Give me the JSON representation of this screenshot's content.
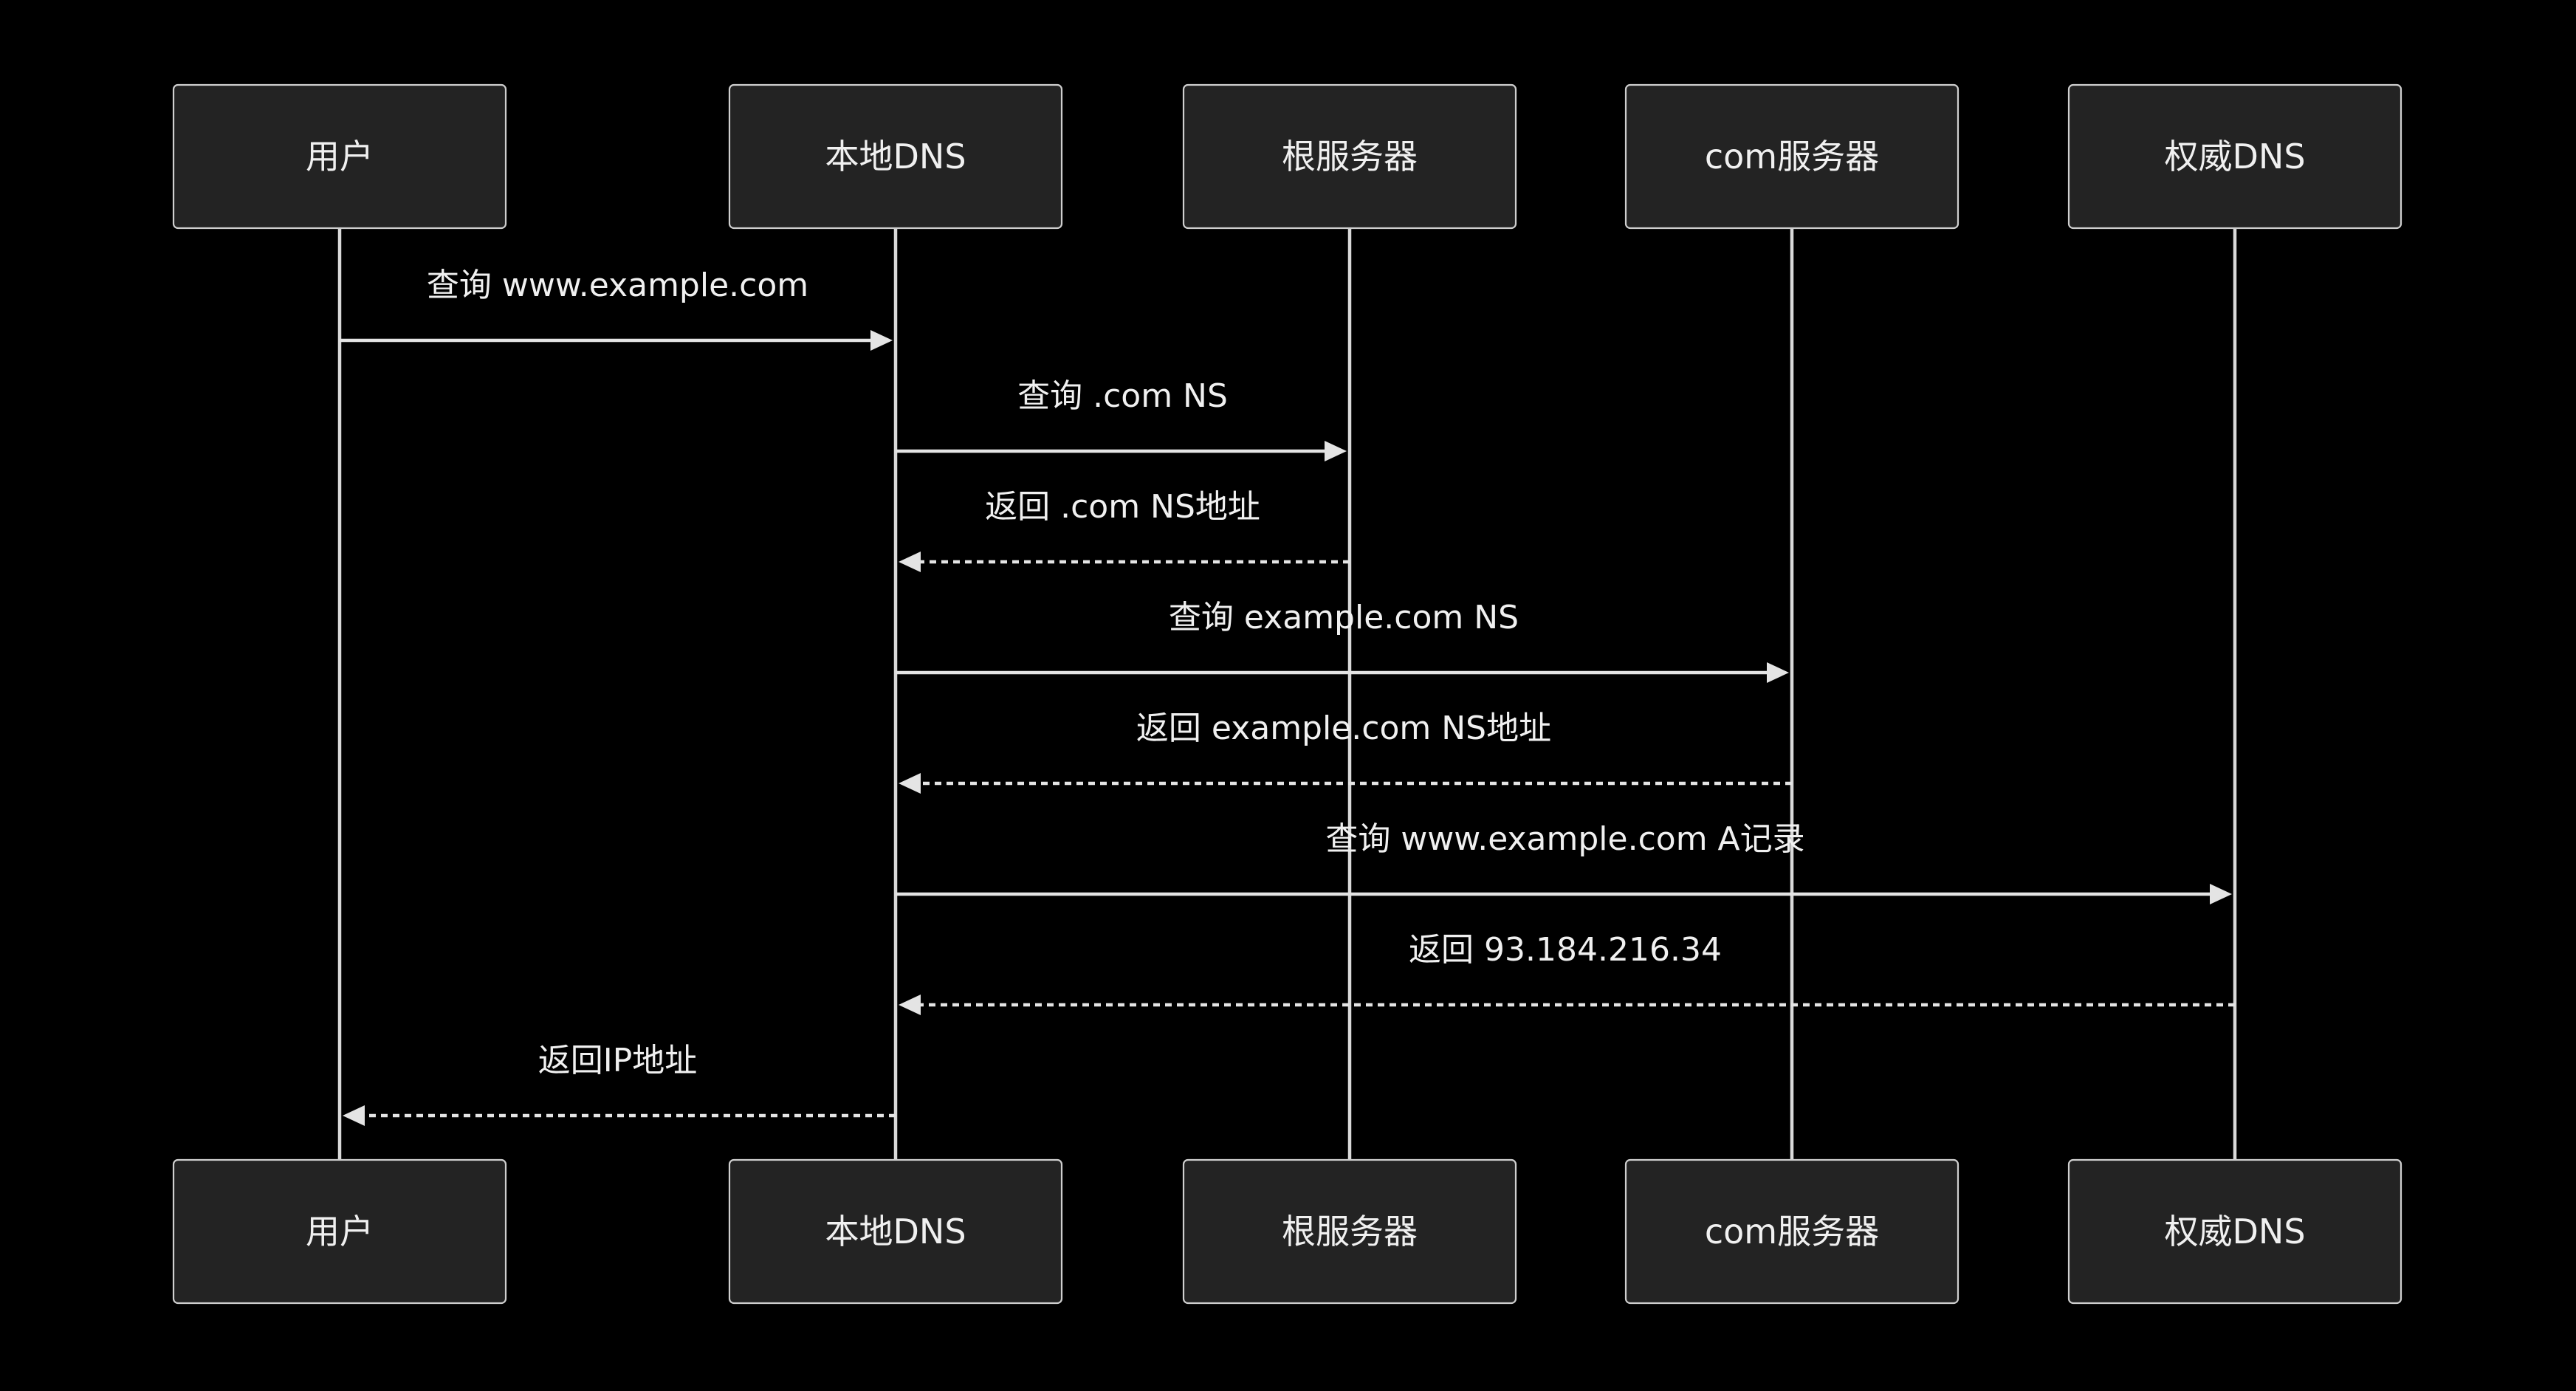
{
  "diagram": {
    "type": "sequence",
    "participants": [
      {
        "id": "user",
        "label": "用户"
      },
      {
        "id": "local",
        "label": "本地DNS"
      },
      {
        "id": "root",
        "label": "根服务器"
      },
      {
        "id": "com",
        "label": "com服务器"
      },
      {
        "id": "auth",
        "label": "权威DNS"
      }
    ],
    "messages": [
      {
        "from": "user",
        "to": "local",
        "label": "查询 www.example.com",
        "style": "solid"
      },
      {
        "from": "local",
        "to": "root",
        "label": "查询 .com NS",
        "style": "solid"
      },
      {
        "from": "root",
        "to": "local",
        "label": "返回 .com NS地址",
        "style": "dashed"
      },
      {
        "from": "local",
        "to": "com",
        "label": "查询 example.com NS",
        "style": "solid"
      },
      {
        "from": "com",
        "to": "local",
        "label": "返回 example.com NS地址",
        "style": "dashed"
      },
      {
        "from": "local",
        "to": "auth",
        "label": "查询 www.example.com A记录",
        "style": "solid"
      },
      {
        "from": "auth",
        "to": "local",
        "label": "返回 93.184.216.34",
        "style": "dashed"
      },
      {
        "from": "local",
        "to": "user",
        "label": "返回IP地址",
        "style": "dashed"
      }
    ]
  }
}
